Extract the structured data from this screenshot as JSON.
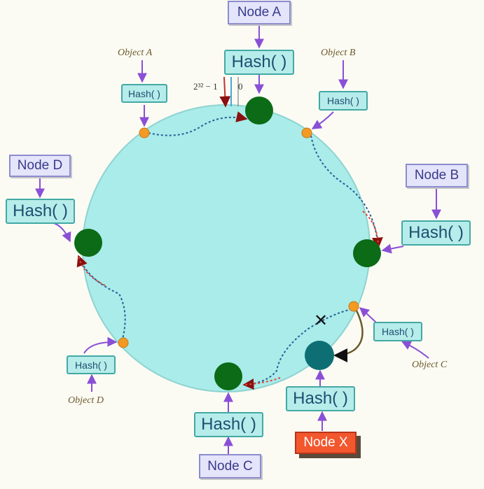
{
  "nodes": {
    "a": {
      "name": "Node A",
      "hash": "Hash( )",
      "color": "#0b6b16"
    },
    "b": {
      "name": "Node B",
      "hash": "Hash( )",
      "color": "#0b6b16"
    },
    "c": {
      "name": "Node C",
      "hash": "Hash( )",
      "color": "#0b6b16"
    },
    "d": {
      "name": "Node D",
      "hash": "Hash( )",
      "color": "#0b6b16"
    },
    "x": {
      "name": "Node X",
      "hash": "Hash( )",
      "color": "#0d6f73"
    }
  },
  "objects": {
    "a": {
      "name": "Object A",
      "hash": "Hash( )"
    },
    "b": {
      "name": "Object B",
      "hash": "Hash( )"
    },
    "c": {
      "name": "Object C",
      "hash": "Hash( )"
    },
    "d": {
      "name": "Object D",
      "hash": "Hash( )"
    }
  },
  "ring": {
    "max_label": "2³² − 1",
    "zero_label": "0",
    "fill_color": "#a9ece9",
    "object_point_color": "#f39a25",
    "cross_mark": "✕"
  }
}
